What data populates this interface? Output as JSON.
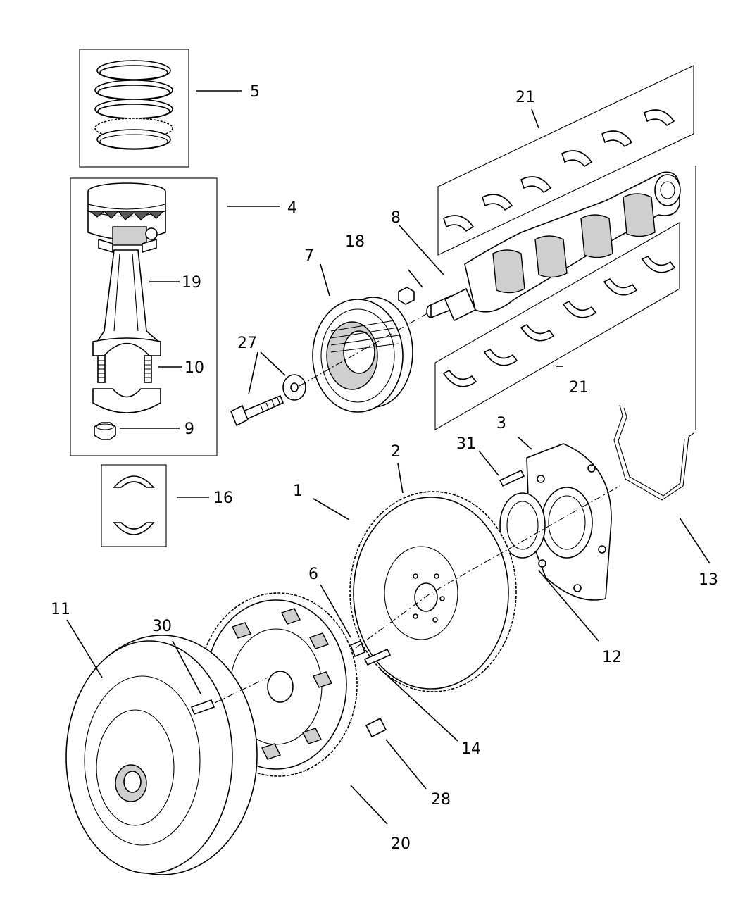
{
  "callouts": [
    {
      "id": "c1",
      "text": "1"
    },
    {
      "id": "c2",
      "text": "2"
    },
    {
      "id": "c3",
      "text": "3"
    },
    {
      "id": "c4",
      "text": "4"
    },
    {
      "id": "c5",
      "text": "5"
    },
    {
      "id": "c6",
      "text": "6"
    },
    {
      "id": "c7",
      "text": "7"
    },
    {
      "id": "c8",
      "text": "8"
    },
    {
      "id": "c9",
      "text": "9"
    },
    {
      "id": "c10",
      "text": "10"
    },
    {
      "id": "c11",
      "text": "11"
    },
    {
      "id": "c12",
      "text": "12"
    },
    {
      "id": "c13",
      "text": "13"
    },
    {
      "id": "c14",
      "text": "14"
    },
    {
      "id": "c16",
      "text": "16"
    },
    {
      "id": "c18",
      "text": "18"
    },
    {
      "id": "c19",
      "text": "19"
    },
    {
      "id": "c20",
      "text": "20"
    },
    {
      "id": "c21a",
      "text": "21"
    },
    {
      "id": "c21b",
      "text": "21"
    },
    {
      "id": "c27",
      "text": "27"
    },
    {
      "id": "c28",
      "text": "28"
    },
    {
      "id": "c30",
      "text": "30"
    },
    {
      "id": "c31",
      "text": "31"
    }
  ]
}
